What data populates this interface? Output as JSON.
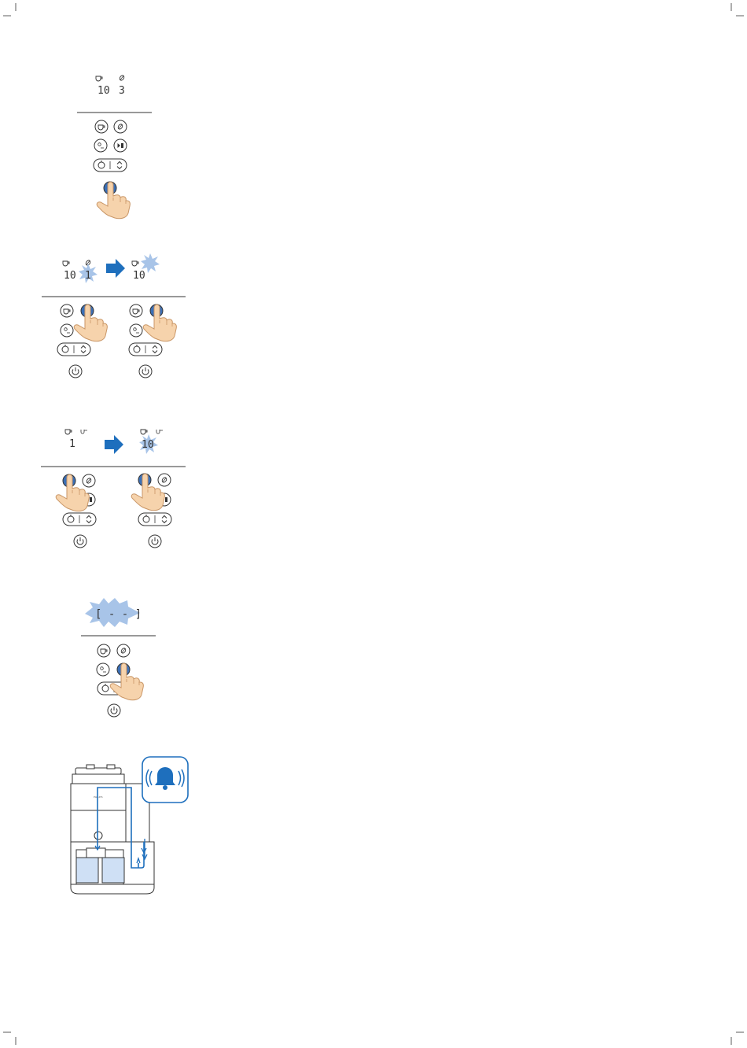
{
  "crop_marks": true,
  "steps": [
    {
      "display_left": "10",
      "display_right": "3"
    },
    {
      "from": {
        "display_left": "10",
        "display_right": "1"
      },
      "to": {
        "display_left": "10",
        "display_right": ""
      },
      "highlight_color": "#a8c4e8"
    },
    {
      "from": {
        "display_left": "1",
        "display_right": ""
      },
      "to": {
        "display_left": "10",
        "display_right": ""
      }
    },
    {
      "display_text": "[ - - ]"
    },
    {
      "alarm_icon": "bell-icon"
    }
  ],
  "colors": {
    "arrow_blue": "#1e6fbd",
    "highlight": "#a8c4e8",
    "button_pressed": "#3b6fb6",
    "hand_skin": "#f6d3ac",
    "hand_outline": "#c99666",
    "water": "#cfe0f5",
    "flow": "#1e6fbd",
    "line": "#333333"
  }
}
